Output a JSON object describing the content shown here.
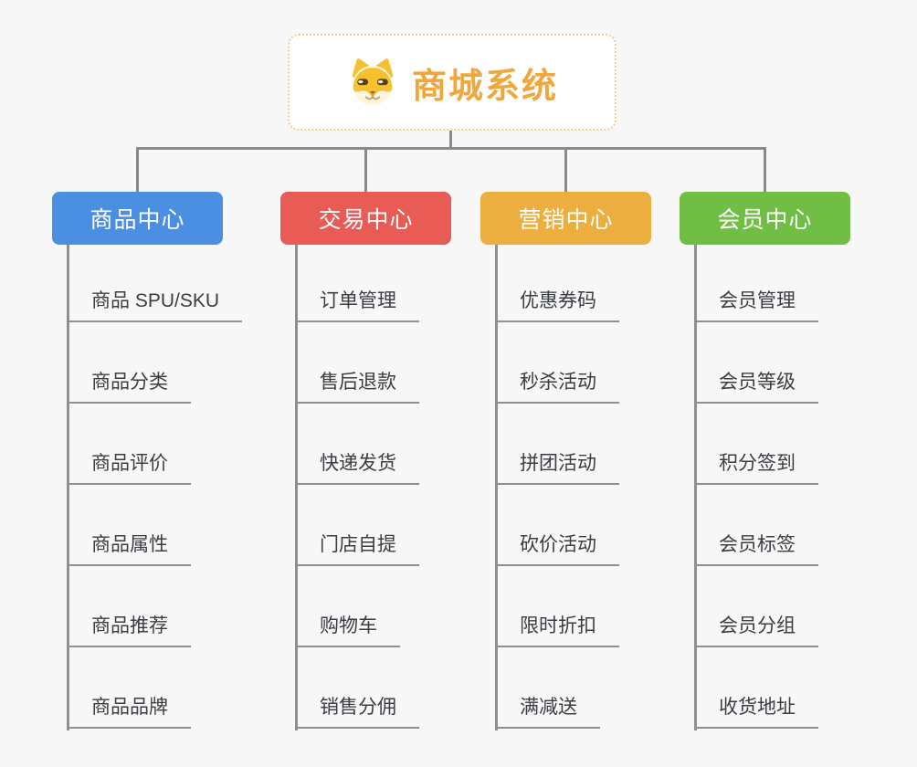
{
  "root": {
    "title": "商城系统",
    "icon": "dog-face-icon"
  },
  "branches": [
    {
      "label": "商品中心",
      "color": "#4B8FE2",
      "items": [
        "商品 SPU/SKU",
        "商品分类",
        "商品评价",
        "商品属性",
        "商品推荐",
        "商品品牌"
      ]
    },
    {
      "label": "交易中心",
      "color": "#E95B55",
      "items": [
        "订单管理",
        "售后退款",
        "快递发货",
        "门店自提",
        "购物车",
        "销售分佣"
      ]
    },
    {
      "label": "营销中心",
      "color": "#ECAE3E",
      "items": [
        "优惠券码",
        "秒杀活动",
        "拼团活动",
        "砍价活动",
        "限时折扣",
        "满减送"
      ]
    },
    {
      "label": "会员中心",
      "color": "#70BE44",
      "items": [
        "会员管理",
        "会员等级",
        "积分签到",
        "会员标签",
        "会员分组",
        "收货地址"
      ]
    }
  ],
  "colors": {
    "background": "#F7F7F7",
    "connector": "#8A8A8A",
    "item_underline": "#8F8F8F",
    "item_text": "#3A3D42",
    "root_border": "#F5CB88",
    "root_title": "#F0A83E",
    "header_text": "#FFFFFF"
  }
}
